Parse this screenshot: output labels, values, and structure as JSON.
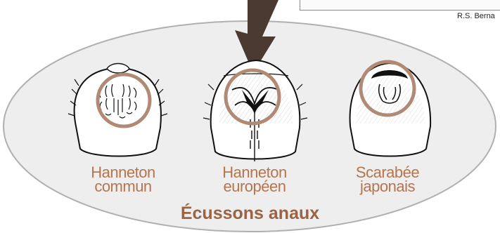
{
  "credit": "R.S. Berna",
  "title": "Écussons anaux",
  "labels": [
    {
      "line1": "Hanneton",
      "line2": "commun"
    },
    {
      "line1": "Hanneton",
      "line2": "européen"
    },
    {
      "line1": "Scarabée",
      "line2": "japonais"
    }
  ],
  "colors": {
    "label": "#b5754f",
    "title": "#9a6444",
    "circle": "#b08a74",
    "oval_fill": "#eeeeee",
    "oval_stroke": "#b0b0b0"
  },
  "icons": [
    "down-arrow-icon"
  ]
}
